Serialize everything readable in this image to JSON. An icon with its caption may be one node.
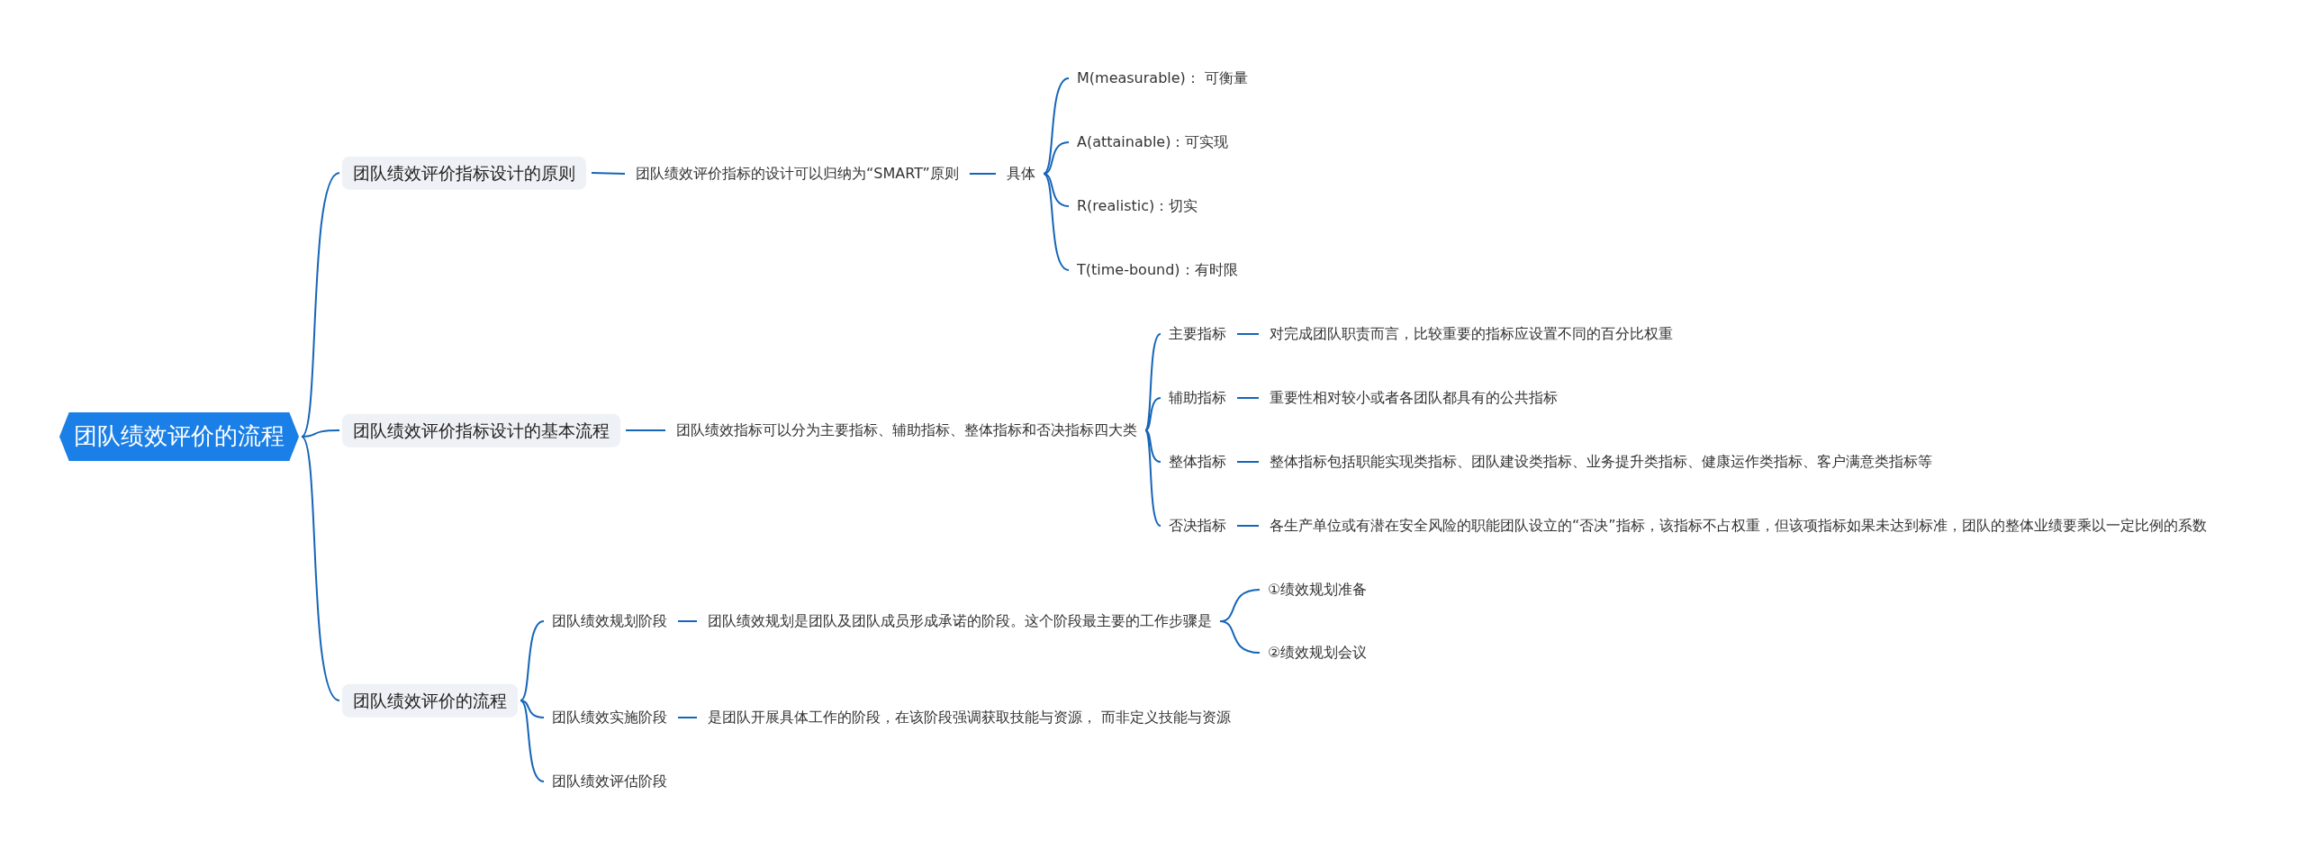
{
  "diagram": {
    "nodes": [
      {
        "text": [
          "团队绩效评价的流程"
        ]
      },
      {
        "text": [
          "团队绩效评价指标设计的原则"
        ]
      },
      {
        "text": [
          "团队绩效评价指标的设计可以归纳为“SMART”原则"
        ]
      },
      {
        "text": [
          "具体"
        ]
      },
      {
        "text": [
          "M(measurable)： 可衡量"
        ]
      },
      {
        "text": [
          "A(attainable)：可实现"
        ]
      },
      {
        "text": [
          "R(realistic)：切实"
        ]
      },
      {
        "text": [
          "T(time-bound)：有时限"
        ]
      },
      {
        "text": [
          "团队绩效评价指标设计的基本流程"
        ]
      },
      {
        "text": [
          "团队绩效指标可以分为主要指标、辅助指标、整体指标和否决指标四大类"
        ]
      },
      {
        "text": [
          "主要指标"
        ]
      },
      {
        "text": [
          "对完成团队职责而言，比较重要的指标应设置不同的百分比权重"
        ]
      },
      {
        "text": [
          "辅助指标"
        ]
      },
      {
        "text": [
          "重要性相对较小或者各团队都具有的公共指标"
        ]
      },
      {
        "text": [
          "整体指标"
        ]
      },
      {
        "text": [
          "整体指标包括职能实现类指标、团队建设类指标、业务提升类指标、健康运作类指标、客户满意类指标等"
        ]
      },
      {
        "text": [
          "否决指标"
        ]
      },
      {
        "text": [
          "各生产单位或有潜在安全风险的职能团队设立的“否决”指标，该指标不占权重，但该项指标如果未达到标准，团队的整体业绩要乘以一定比例的系数"
        ]
      },
      {
        "text": [
          "团队绩效评价的流程"
        ]
      },
      {
        "text": [
          "团队绩效规划阶段"
        ]
      },
      {
        "text": [
          "团队绩效规划是团队及团队成员形成承诺的阶段。这个阶段最主要的工作步骤是"
        ]
      },
      {
        "text": [
          "①绩效规划准备"
        ]
      },
      {
        "text": [
          "②绩效规划会议"
        ]
      },
      {
        "text": [
          "团队绩效实施阶段"
        ]
      },
      {
        "text": [
          "是团队开展具体工作的阶段，在该阶段强调获取技能与资源， 而非定义技能与资源"
        ]
      },
      {
        "text": [
          "团队绩效评估阶段"
        ]
      }
    ],
    "edges": [
      {
        "from": 0,
        "to": 1,
        "arrow": "none"
      },
      {
        "from": 0,
        "to": 8,
        "arrow": "none"
      },
      {
        "from": 0,
        "to": 18,
        "arrow": "none"
      },
      {
        "from": 1,
        "to": 2,
        "arrow": "none"
      },
      {
        "from": 2,
        "to": 3,
        "arrow": "none"
      },
      {
        "from": 3,
        "to": 4,
        "arrow": "none"
      },
      {
        "from": 3,
        "to": 5,
        "arrow": "none"
      },
      {
        "from": 3,
        "to": 6,
        "arrow": "none"
      },
      {
        "from": 3,
        "to": 7,
        "arrow": "none"
      },
      {
        "from": 8,
        "to": 9,
        "arrow": "none"
      },
      {
        "from": 9,
        "to": 10,
        "arrow": "none"
      },
      {
        "from": 9,
        "to": 12,
        "arrow": "none"
      },
      {
        "from": 9,
        "to": 14,
        "arrow": "none"
      },
      {
        "from": 9,
        "to": 16,
        "arrow": "none"
      },
      {
        "from": 10,
        "to": 11,
        "arrow": "none"
      },
      {
        "from": 12,
        "to": 13,
        "arrow": "none"
      },
      {
        "from": 14,
        "to": 15,
        "arrow": "none"
      },
      {
        "from": 16,
        "to": 17,
        "arrow": "none"
      },
      {
        "from": 18,
        "to": 19,
        "arrow": "none"
      },
      {
        "from": 18,
        "to": 23,
        "arrow": "none"
      },
      {
        "from": 18,
        "to": 25,
        "arrow": "none"
      },
      {
        "from": 19,
        "to": 20,
        "arrow": "none"
      },
      {
        "from": 20,
        "to": 21,
        "arrow": "none"
      },
      {
        "from": 20,
        "to": 22,
        "arrow": "none"
      },
      {
        "from": 23,
        "to": 24,
        "arrow": "none"
      }
    ]
  }
}
